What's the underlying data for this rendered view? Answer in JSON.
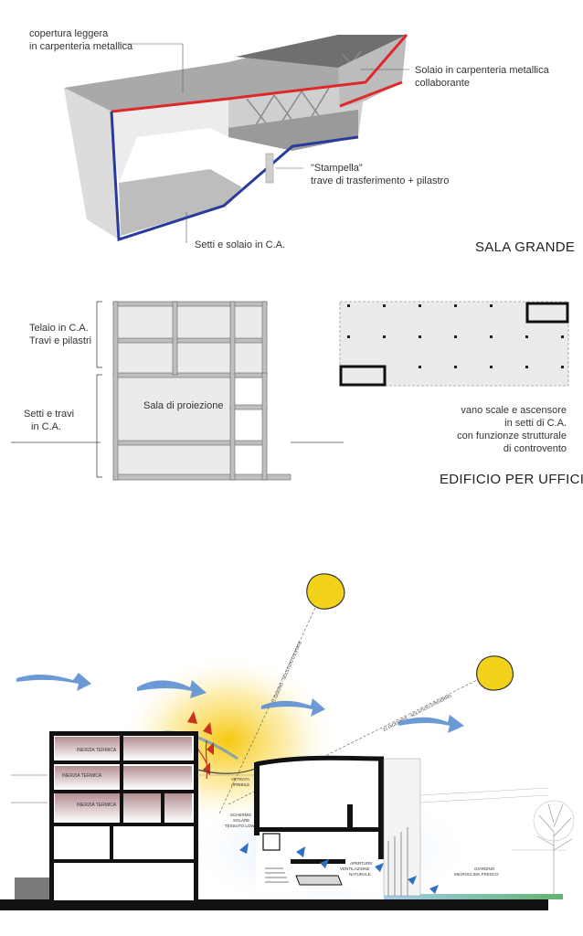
{
  "sala_grande": {
    "title": "SALA GRANDE",
    "labels": {
      "copertura": [
        "copertura leggera",
        "in carpenteria metallica"
      ],
      "solaio": [
        "Solaio in carpenteria metallica",
        "collaborante"
      ],
      "stampella": [
        "\"Stampella\"",
        "trave di trasferimento + pilastro"
      ],
      "setti": "Setti e solaio in C.A."
    }
  },
  "edificio_uffici": {
    "title": "EDIFICIO PER UFFICI",
    "labels": {
      "telaio": [
        "Telaio in C.A.",
        "Travi e pilastri"
      ],
      "setti_travi": [
        "Setti e travi",
        "in C.A."
      ],
      "sala_proiezione": "Sala di proiezione",
      "vano_scale": [
        "vano scale e ascensore",
        "in setti di C.A.",
        "con funzionze strutturale",
        "di controvento"
      ]
    }
  },
  "section": {
    "inerzia": [
      "INERZIA TERMICA",
      "INERZIA TERMICA",
      "INERZIA TERMICA"
    ],
    "vetrata": [
      "VETRATA",
      "APRIBILE"
    ],
    "schermo": [
      "SCHERMO",
      "SOLARE",
      "TESSUTO LOW-E"
    ],
    "aperture": [
      "APERTURE:",
      "VENTILAZIONE",
      "NATURALE"
    ],
    "giardino": [
      "GIARDINO",
      "MICROCLIMA FRESCO"
    ],
    "solstizio_estivo": "21 GIUGNO - SOLSTIZIO D'ESTATE",
    "solstizio_invernale": "21 DICEMBRE - SOLSTIZIO D'INVERNO"
  },
  "colors": {
    "red_frame": "#e0282a",
    "blue_frame": "#283a9c",
    "wind": "#5c8fd1",
    "sun": "#f2d21a",
    "warm_arrow": "#c8321e"
  }
}
